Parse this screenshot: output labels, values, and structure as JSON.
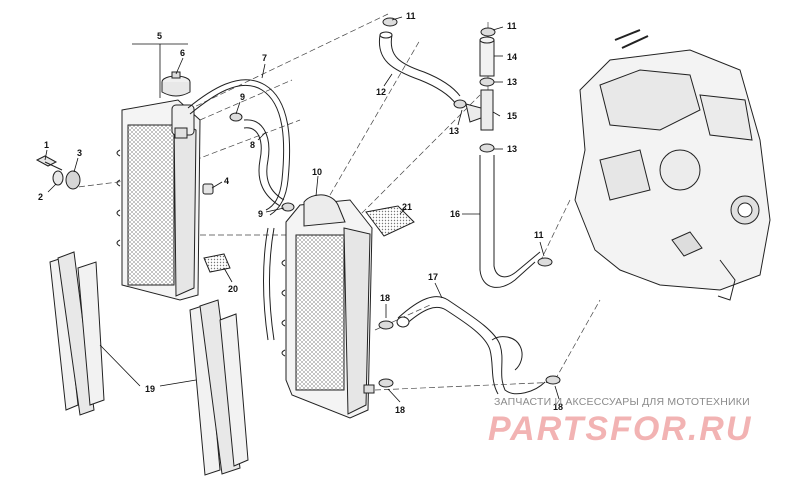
{
  "watermark": {
    "caption": "ЗАПЧАСТИ И АКСЕССУАРЫ ДЛЯ МОТОТЕХНИКИ",
    "brand": "PARTSFOR.RU"
  },
  "callouts": {
    "c1": "1",
    "c2": "2",
    "c3": "3",
    "c4": "4",
    "c5": "5",
    "c6": "6",
    "c7": "7",
    "c8": "8",
    "c9a": "9",
    "c9b": "9",
    "c10": "10",
    "c11a": "11",
    "c11b": "11",
    "c11c": "11",
    "c12": "12",
    "c13a": "13",
    "c13b": "13",
    "c13c": "13",
    "c14": "14",
    "c15": "15",
    "c16": "16",
    "c17": "17",
    "c18a": "18",
    "c18b": "18",
    "c18c": "18",
    "c19": "19",
    "c20": "20",
    "c21": "21"
  }
}
